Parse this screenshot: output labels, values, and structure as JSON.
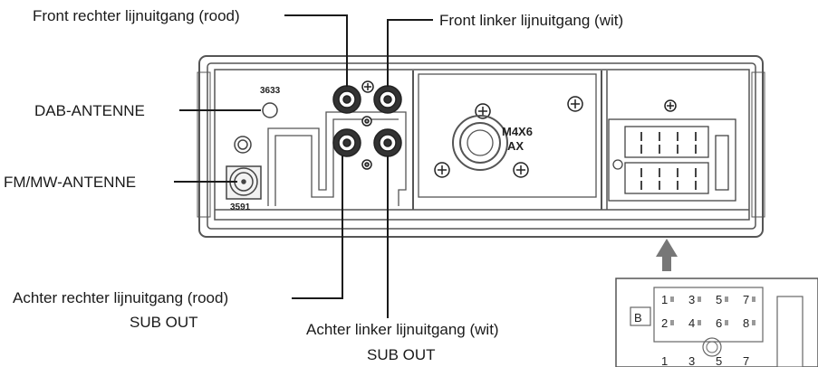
{
  "labels": {
    "front_right": "Front rechter lijnuitgang (rood)",
    "front_left": "Front linker lijnuitgang (wit)",
    "dab": "DAB-ANTENNE",
    "fm": "FM/MW-ANTENNE",
    "rear_right": "Achter rechter lijnuitgang (rood)",
    "rear_right_sub": "SUB OUT",
    "rear_left": "Achter linker lijnuitgang (wit)",
    "rear_left_sub": "SUB OUT"
  },
  "unit_marks": {
    "code_top": "3633",
    "code_bottom": "3591",
    "screw_line1": "M4X6",
    "screw_line2": "AX"
  },
  "connector": {
    "label": "B",
    "row1": [
      "1",
      "3",
      "5",
      "7"
    ],
    "row2": [
      "2",
      "4",
      "6",
      "8"
    ],
    "row3": [
      "1",
      "3",
      "5",
      "7"
    ]
  },
  "colors": {
    "line": "#1a1a1a",
    "device": "#555555",
    "panel_fill": "#eeeeee",
    "arrow": "#777777"
  }
}
